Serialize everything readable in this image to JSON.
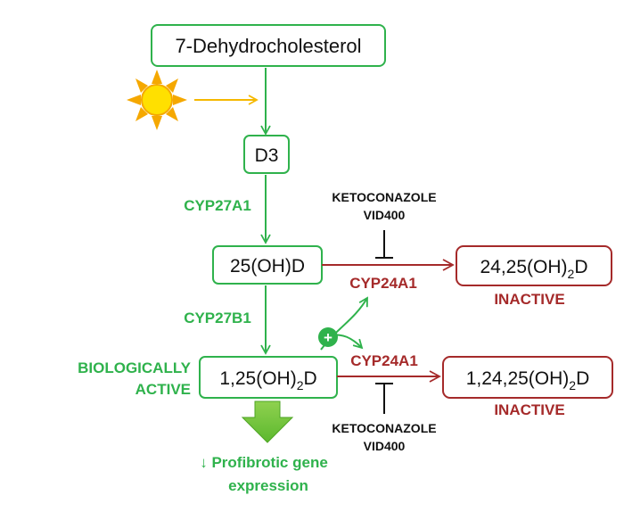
{
  "nodes": {
    "dehydro": "7-Dehydrocholesterol",
    "d3": "D3",
    "oh25": "25(OH)D",
    "oh24_25": {
      "base": "24,25(OH)",
      "sub": "2",
      "end": "D"
    },
    "oh1_25": {
      "base": "1,25(OH)",
      "sub": "2",
      "end": "D"
    },
    "oh1_24_25": {
      "base": "1,24,25(OH)",
      "sub": "2",
      "end": "D"
    }
  },
  "enzymes": {
    "cyp27a1": "CYP27A1",
    "cyp27b1": "CYP27B1",
    "cyp24a1_top": "CYP24A1",
    "cyp24a1_bottom": "CYP24A1"
  },
  "inhibitors": {
    "top": [
      "KETOCONAZOLE",
      "VID400"
    ],
    "bottom": [
      "KETOCONAZOLE",
      "VID400"
    ]
  },
  "status": {
    "inactive_top": "INACTIVE",
    "inactive_bottom": "INACTIVE",
    "biologically_active": [
      "BIOLOGICALLY",
      "ACTIVE"
    ]
  },
  "plus_symbol": "+",
  "outcome": {
    "arrow": "↓",
    "line1": "Profibrotic gene",
    "line2": "expression"
  },
  "icons": [
    "sun-icon",
    "plus-icon",
    "down-arrow-icon"
  ],
  "colors": {
    "green": "#2fb24c",
    "dark_red": "#a52a2a",
    "sun_yellow": "#ffe000",
    "sun_orange": "#f5a800",
    "black": "#111111",
    "arrow_green": "#6abf3a"
  }
}
